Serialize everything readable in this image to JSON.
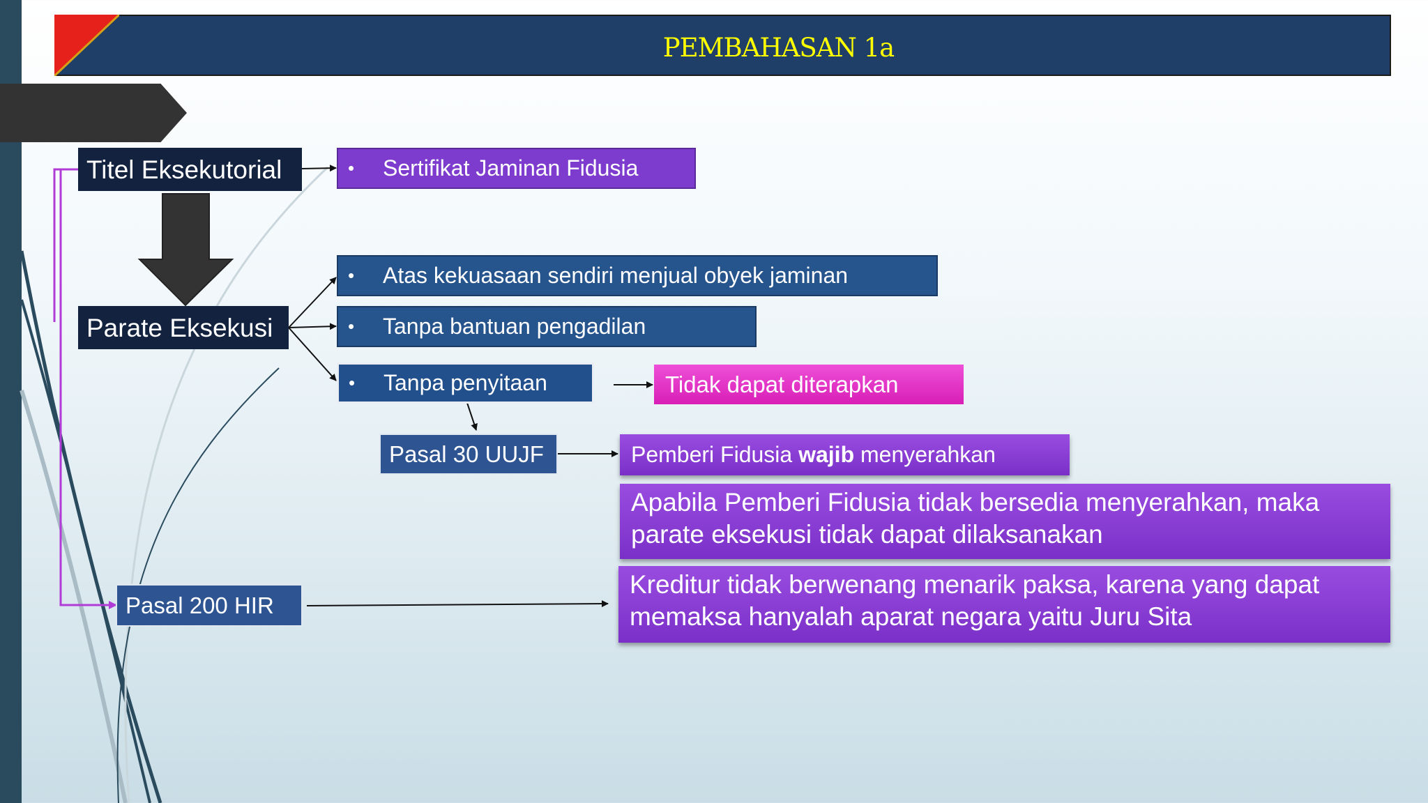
{
  "title": "PEMBAHASAN 1a",
  "nodes": {
    "titel": "Titel Eksekutorial",
    "parate": "Parate Eksekusi",
    "pasal30": "Pasal 30 UUJF",
    "pasal200": "Pasal 200 HIR"
  },
  "bullet_symbol": "•",
  "bullets": {
    "sertifikat": "Sertifikat Jaminan Fidusia",
    "atas": "Atas kekuasaan sendiri menjual obyek jaminan",
    "tanpa_bantuan": "Tanpa bantuan pengadilan",
    "tanpa_penyitaan": "Tanpa penyitaan"
  },
  "notes": {
    "tidak_dapat": "Tidak dapat diterapkan",
    "pemberi_prefix": "Pemberi Fidusia ",
    "pemberi_bold": "wajib",
    "pemberi_suffix": " menyerahkan",
    "apabila": "Apabila Pemberi Fidusia tidak bersedia menyerahkan, maka parate eksekusi tidak dapat dilaksanakan",
    "kreditur": "Kreditur tidak berwenang menarik paksa, karena yang dapat memaksa hanyalah aparat negara yaitu Juru Sita"
  },
  "colors": {
    "title_bar": "#1f3f68",
    "title_text": "#ffff00",
    "accent_red": "#e6201b",
    "purple": "#7e3ccf",
    "pink": "#d81fb6",
    "connector_purple": "#b13bd6"
  }
}
